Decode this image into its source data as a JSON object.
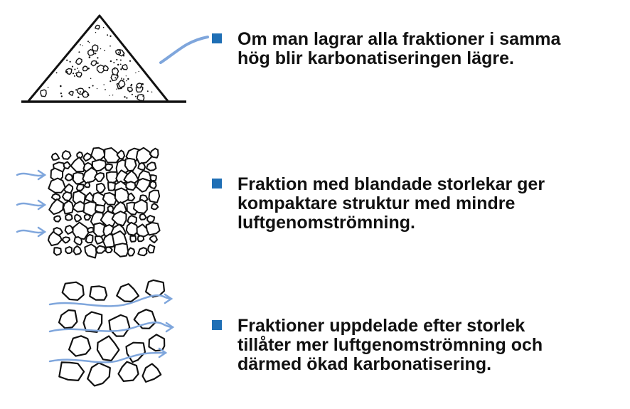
{
  "colors": {
    "bullet": "#1f6fb5",
    "arrow": "#7fa6dc",
    "ink": "#111111"
  },
  "bullets": [
    {
      "text": "Om man lagrar alla fraktioner i samma\nhög blir karbonatiseringen lägre."
    },
    {
      "text": "Fraktion med blandade storlekar ger\nkompaktare struktur med mindre\nluftgenomströmning."
    },
    {
      "text": "Fraktioner uppdelade efter storlek\ntillåter mer luftgenomströmning och\ndärmed ökad karbonatisering."
    }
  ]
}
